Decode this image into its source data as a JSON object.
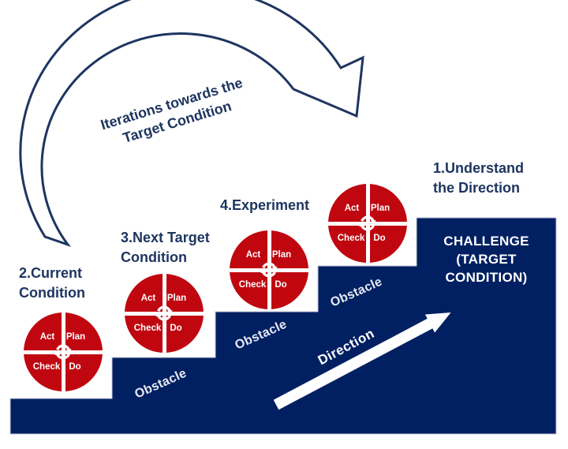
{
  "colors": {
    "navy": "#012062",
    "text_navy": "#1e3560",
    "red": "#c00710",
    "white": "#ffffff",
    "obstacle_text": "#e7eaf3"
  },
  "curved_arrow": {
    "label_line1": "Iterations towards the",
    "label_line2": "Target Condition"
  },
  "stages": {
    "current": {
      "line1": "2.Current",
      "line2": "Condition"
    },
    "next_target": {
      "line1": "3.Next Target",
      "line2": "Condition"
    },
    "experiment": {
      "line1": "4.Experiment"
    },
    "understand": {
      "line1": "1.Understand",
      "line2": "the Direction"
    }
  },
  "pdca": {
    "act": "Act",
    "plan": "Plan",
    "check": "Check",
    "do": "Do",
    "center_icon": "cycle-arrows"
  },
  "staircase": {
    "obstacles": [
      "Obstacle",
      "Obstacle",
      "Obstacle"
    ],
    "challenge": {
      "line1": "CHALLENGE",
      "line2": "(TARGET",
      "line3": "CONDITION)"
    },
    "direction_label": "Direction"
  }
}
